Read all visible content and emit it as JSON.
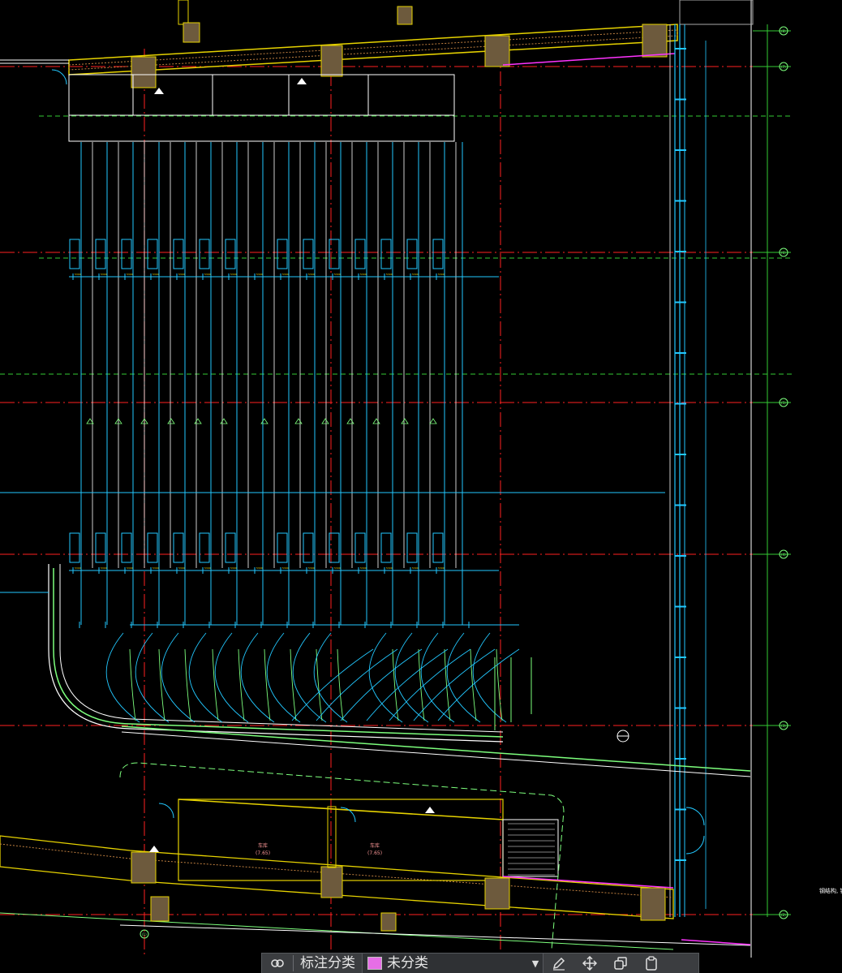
{
  "drawing": {
    "background": "#000000",
    "colors": {
      "axis_red": "#ff2020",
      "dash_green": "#33cc33",
      "cyan": "#22c8ff",
      "white": "#ffffff",
      "yellow": "#e6d200",
      "magenta": "#ff33ff",
      "gray": "#9a9a9a",
      "light_green": "#7dff7d"
    },
    "axis_bubbles_right": [
      "(8)",
      "(7)",
      "(6)",
      "(5)",
      "(4)",
      "(3)",
      "(2)",
      "(1)"
    ],
    "bottom_bubble": "(1)",
    "right_side_text": "钢结构, 钢",
    "room_labels": [
      "车库",
      "(7.65)"
    ],
    "room_labels_2": [
      "车库",
      "(7.65)"
    ]
  },
  "toolbar": {
    "label_text": "标注分类",
    "layer_name": "未分类",
    "layer_color": "#e66ee6",
    "icons": [
      "layers-icon",
      "edit-icon",
      "move-icon",
      "copy-icon",
      "paste-icon"
    ]
  }
}
